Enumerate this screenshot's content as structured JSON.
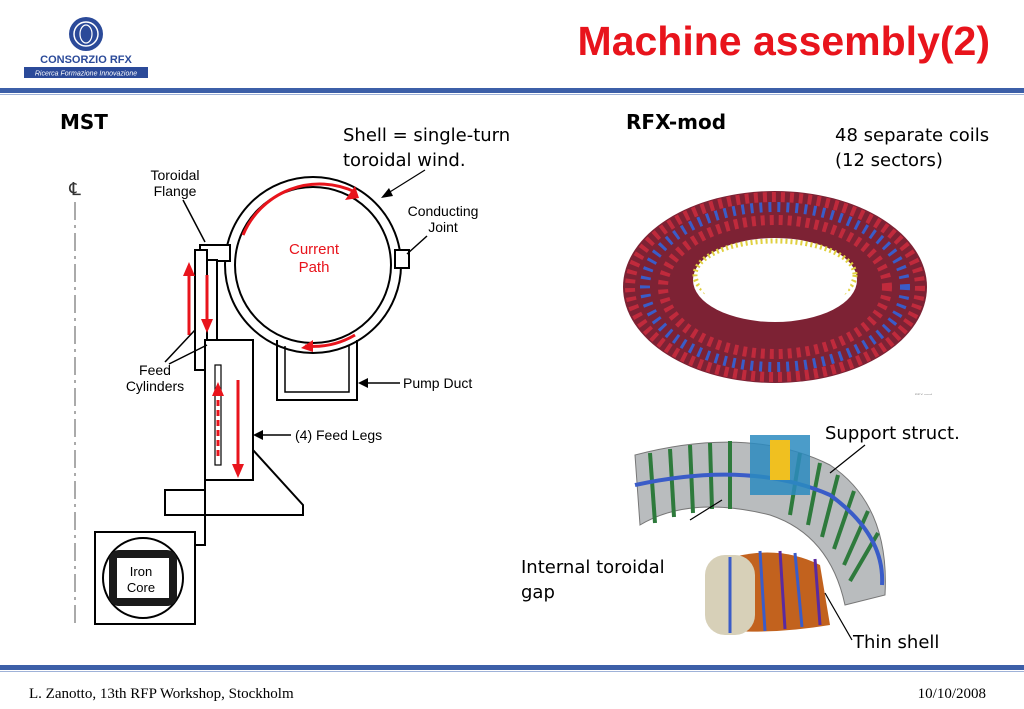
{
  "logo": {
    "name": "CONSORZIO RFX",
    "tagline": "Ricerca Formazione Innovazione"
  },
  "title": "Machine assembly(2)",
  "mst": {
    "heading": "MST",
    "shell_note_line1": "Shell = single-turn",
    "shell_note_line2": "toroidal wind.",
    "diagram_labels": {
      "centerline": "℄",
      "toroidal_flange_line1": "Toroidal",
      "toroidal_flange_line2": "Flange",
      "conducting_joint_line1": "Conducting",
      "conducting_joint_line2": "Joint",
      "current_path_line1": "Current",
      "current_path_line2": "Path",
      "feed_cylinders_line1": "Feed",
      "feed_cylinders_line2": "Cylinders",
      "pump_duct": "Pump Duct",
      "feed_legs": "(4) Feed Legs",
      "iron_core_line1": "Iron",
      "iron_core_line2": "Core"
    }
  },
  "rfx": {
    "heading": "RFX-mod",
    "coils_note_line1": "48 separate coils",
    "coils_note_line2": "(12 sectors)",
    "support_note": "Support struct.",
    "gap_note_line1": "Internal toroidal",
    "gap_note_line2": "gap",
    "thin_shell_note": "Thin shell"
  },
  "footer": {
    "left": "L. Zanotto, 13th RFP Workshop, Stockholm",
    "right": "10/10/2008"
  },
  "colors": {
    "title": "#e8141c",
    "rule": "#3c5fa8",
    "current_arrow": "#e8141c",
    "coil_red": "#b81c2c",
    "coil_blue": "#3a5cc8",
    "coil_green": "#2e7a3c"
  }
}
